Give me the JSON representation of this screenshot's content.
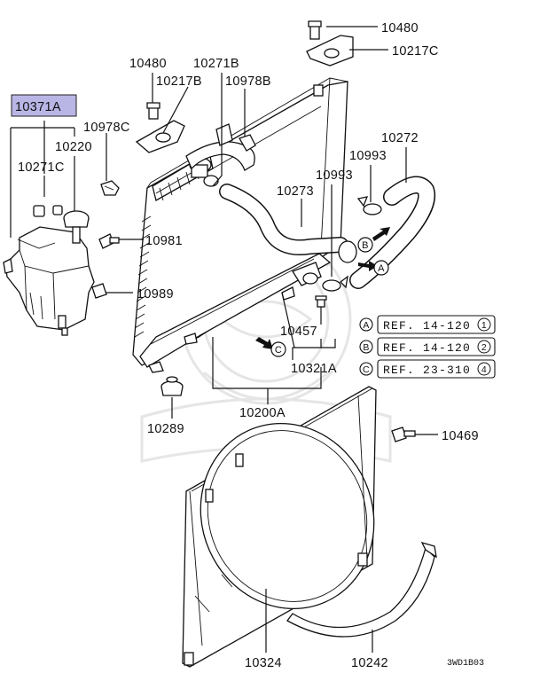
{
  "part_labels": {
    "p10371A": "10371A",
    "p10271C": "10271C",
    "p10220": "10220",
    "p10978C": "10978C",
    "p10480_top": "10480",
    "p10217C": "10217C",
    "p10480_left": "10480",
    "p10271B": "10271B",
    "p10217B": "10217B",
    "p10978B": "10978B",
    "p10272": "10272",
    "p10993": "10993",
    "p10993b": "10993",
    "p10273": "10273",
    "p10981": "10981",
    "p10989": "10989",
    "p10457": "10457",
    "p10321A": "10321A",
    "p10200A": "10200A",
    "p10289": "10289",
    "p10469": "10469",
    "p10324": "10324",
    "p10242": "10242"
  },
  "references": [
    {
      "letter": "A",
      "text": "REF. 14-120",
      "num": "1"
    },
    {
      "letter": "B",
      "text": "REF. 14-120",
      "num": "2"
    },
    {
      "letter": "C",
      "text": "REF. 23-310",
      "num": "4"
    }
  ],
  "markers": {
    "A": "A",
    "B": "B",
    "C": "C"
  },
  "diagram_code": "3WD1B03",
  "highlight_color": "#b9b6e6"
}
